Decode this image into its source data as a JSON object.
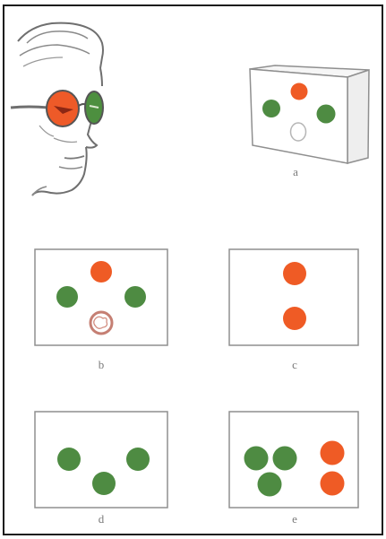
{
  "figure": {
    "captions": {
      "a": "a",
      "b": "b",
      "c": "c",
      "d": "d",
      "e": "e"
    }
  },
  "colors": {
    "red_lens": "#ee5a28",
    "green_lens": "#4d8f3f",
    "red_dot": "#ef5b25",
    "green_dot": "#4e8b42",
    "line": "#6f6f6f",
    "frame_line": "#8f8f8f",
    "white_dot_fill": "#ffffff",
    "white_dot_outline": "#c57f73",
    "background": "#ffffff",
    "page_border": "#1c1c1c"
  }
}
